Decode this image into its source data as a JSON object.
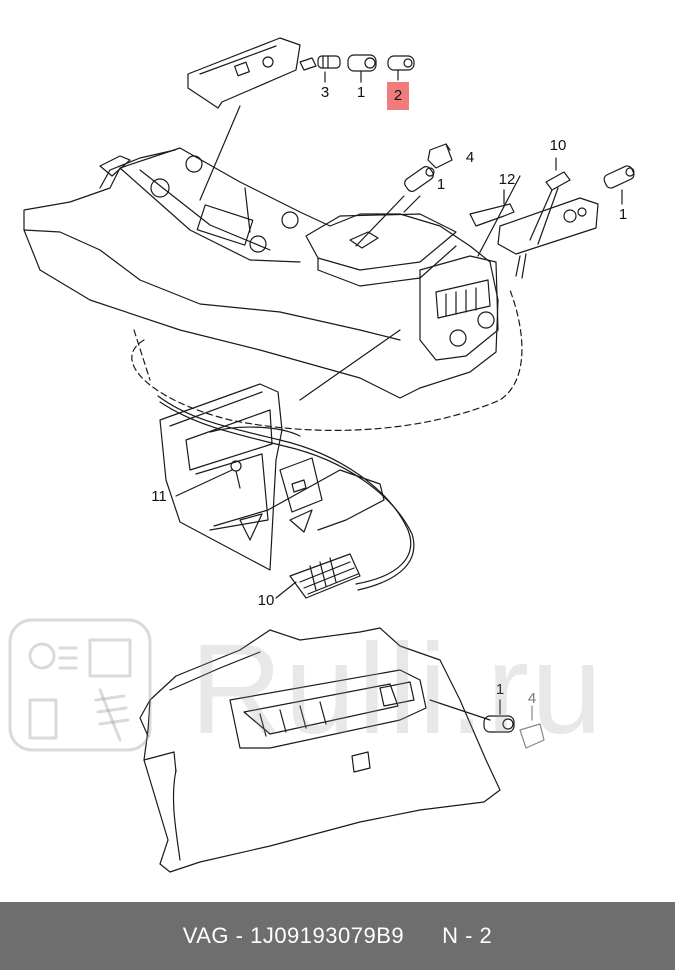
{
  "callouts": {
    "top_3": "3",
    "top_1": "1",
    "top_2": "2",
    "plug_4": "4",
    "socket_1_left": "1",
    "cable_10_top": "10",
    "bracket_12": "12",
    "socket_1_right": "1",
    "screw_11": "11",
    "cable_10_bottom": "10",
    "panel_1": "1",
    "panel_4": "4"
  },
  "watermark": {
    "text": "Rulli.ru"
  },
  "footer": {
    "brand": "VAG - 1J09193079B9",
    "page": "N - 2"
  },
  "colors": {
    "highlight": "#f07c7c",
    "footer_bg": "#6e6e6e",
    "line": "#1a1a1a"
  }
}
